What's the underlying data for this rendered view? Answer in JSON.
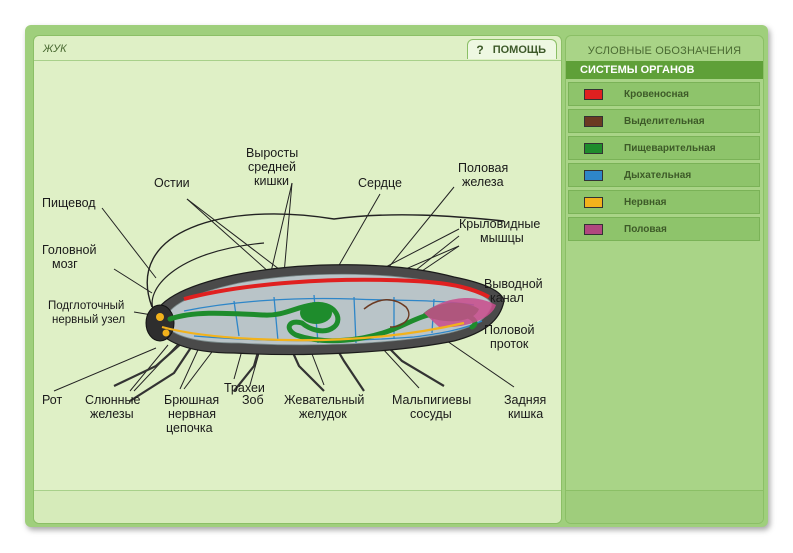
{
  "window": {
    "title": "ЖУК"
  },
  "help": {
    "icon": "question-icon",
    "icon_glyph": "?",
    "label": "ПОМОЩЬ"
  },
  "legend": {
    "title": "УСЛОВНЫЕ ОБОЗНАЧЕНИЯ",
    "systems_header": "СИСТЕМЫ ОРГАНОВ",
    "items": [
      {
        "label": "Кровеносная",
        "color": "#e02020"
      },
      {
        "label": "Выделительная",
        "color": "#6b3a22"
      },
      {
        "label": "Пищеварительная",
        "color": "#1e8c2c"
      },
      {
        "label": "Дыхательная",
        "color": "#2e86c8"
      },
      {
        "label": "Нервная",
        "color": "#f2b21c"
      },
      {
        "label": "Половая",
        "color": "#b0487e"
      }
    ]
  },
  "diagram": {
    "labels": {
      "pishchevod": "Пищевод",
      "golovnoy_line1": "Головной",
      "golovnoy_line2": "мозг",
      "podglot_line1": "Подглоточный",
      "podglot_line2": "нервный узел",
      "rot": "Рот",
      "slyunnye_line1": "Слюнные",
      "slyunnye_line2": "железы",
      "bryushnaya_line1": "Брюшная",
      "bryushnaya_line2": "нервная",
      "bryushnaya_line3": "цепочка",
      "trakhei": "Трахеи",
      "zob": "Зоб",
      "zhevatelny_line1": "Жевательный",
      "zhevatelny_line2": "желудок",
      "malpigievy_line1": "Мальпигиевы",
      "malpigievy_line2": "сосуды",
      "zadnyaya_line1": "Задняя",
      "zadnyaya_line2": "кишка",
      "polovoy_protok_line1": "Половой",
      "polovoy_protok_line2": "проток",
      "vyvodnoy_line1": "Выводной",
      "vyvodnoy_line2": "канал",
      "krylovidnye_line1": "Крыловидные",
      "krylovidnye_line2": "мышцы",
      "polovaya_zheleza_line1": "Половая",
      "polovaya_zheleza_line2": "железа",
      "serdtse": "Сердце",
      "vyrosty_line1": "Выросты",
      "vyrosty_line2": "средней",
      "vyrosty_line3": "кишки",
      "ostii": "Остии"
    }
  }
}
